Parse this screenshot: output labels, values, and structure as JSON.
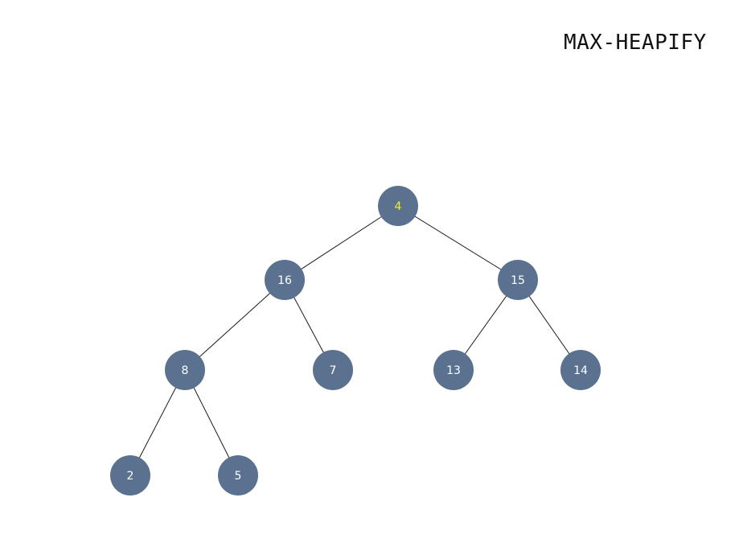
{
  "title": "MAX-HEAPIFY",
  "colors": {
    "node_fill": "#5a7290",
    "node_text": "#ffffff",
    "highlight_text": "#f2ee1c",
    "edge": "#1a1a1a"
  },
  "tree": {
    "nodes": [
      {
        "id": "n1",
        "value": "4",
        "highlighted": true
      },
      {
        "id": "n2",
        "value": "16",
        "highlighted": false
      },
      {
        "id": "n3",
        "value": "15",
        "highlighted": false
      },
      {
        "id": "n4",
        "value": "8",
        "highlighted": false
      },
      {
        "id": "n5",
        "value": "7",
        "highlighted": false
      },
      {
        "id": "n6",
        "value": "13",
        "highlighted": false
      },
      {
        "id": "n7",
        "value": "14",
        "highlighted": false
      },
      {
        "id": "n8",
        "value": "2",
        "highlighted": false
      },
      {
        "id": "n9",
        "value": "5",
        "highlighted": false
      }
    ],
    "edges": [
      [
        "n1",
        "n2"
      ],
      [
        "n1",
        "n3"
      ],
      [
        "n2",
        "n4"
      ],
      [
        "n2",
        "n5"
      ],
      [
        "n3",
        "n6"
      ],
      [
        "n3",
        "n7"
      ],
      [
        "n4",
        "n8"
      ],
      [
        "n4",
        "n9"
      ]
    ]
  }
}
